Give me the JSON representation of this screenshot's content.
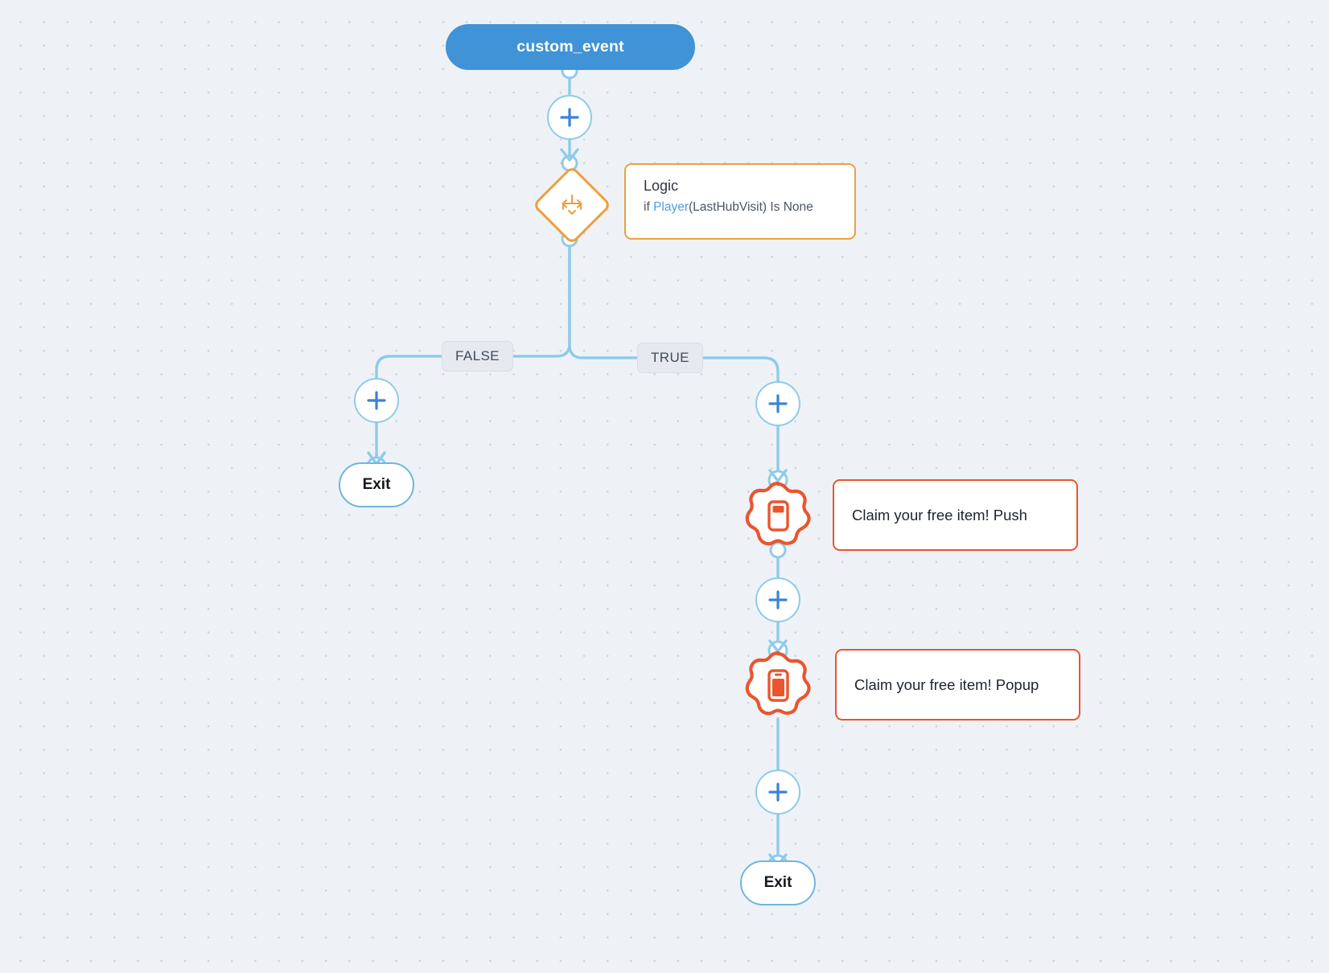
{
  "canvas": {
    "background_color": "#eef2f7",
    "dot_color": "#c9d2de"
  },
  "colors": {
    "trigger_blue": "#4093d6",
    "connector_blue": "#8fcbe8",
    "plus_blue": "#3b82d6",
    "logic_orange": "#eda03c",
    "message_red": "#e9552f",
    "branch_label_bg": "#e6eaf0",
    "exit_border": "#6fb6e0"
  },
  "trigger": {
    "label": "custom_event",
    "icon": "trigger-pill"
  },
  "add_buttons": [
    {
      "name": "add-step-after-trigger",
      "icon": "plus-icon"
    },
    {
      "name": "add-step-false-branch",
      "icon": "plus-icon"
    },
    {
      "name": "add-step-true-branch",
      "icon": "plus-icon"
    },
    {
      "name": "add-step-after-push",
      "icon": "plus-icon"
    },
    {
      "name": "add-step-after-popup",
      "icon": "plus-icon"
    }
  ],
  "logic_node": {
    "icon": "branch-split-icon",
    "card": {
      "title": "Logic",
      "condition_prefix": "if ",
      "condition_entity": "Player",
      "condition_suffix": "(LastHubVisit) Is None"
    }
  },
  "branches": [
    {
      "label": "FALSE",
      "name": "branch-label-false"
    },
    {
      "label": "TRUE",
      "name": "branch-label-true"
    }
  ],
  "messages": [
    {
      "name": "push-message-node",
      "icon": "phone-push-icon",
      "card_text": "Claim your free item! Push"
    },
    {
      "name": "popup-message-node",
      "icon": "phone-popup-icon",
      "card_text": "Claim your free item! Popup"
    }
  ],
  "exits": [
    {
      "label": "Exit",
      "name": "exit-node-false-branch"
    },
    {
      "label": "Exit",
      "name": "exit-node-true-branch"
    }
  ]
}
